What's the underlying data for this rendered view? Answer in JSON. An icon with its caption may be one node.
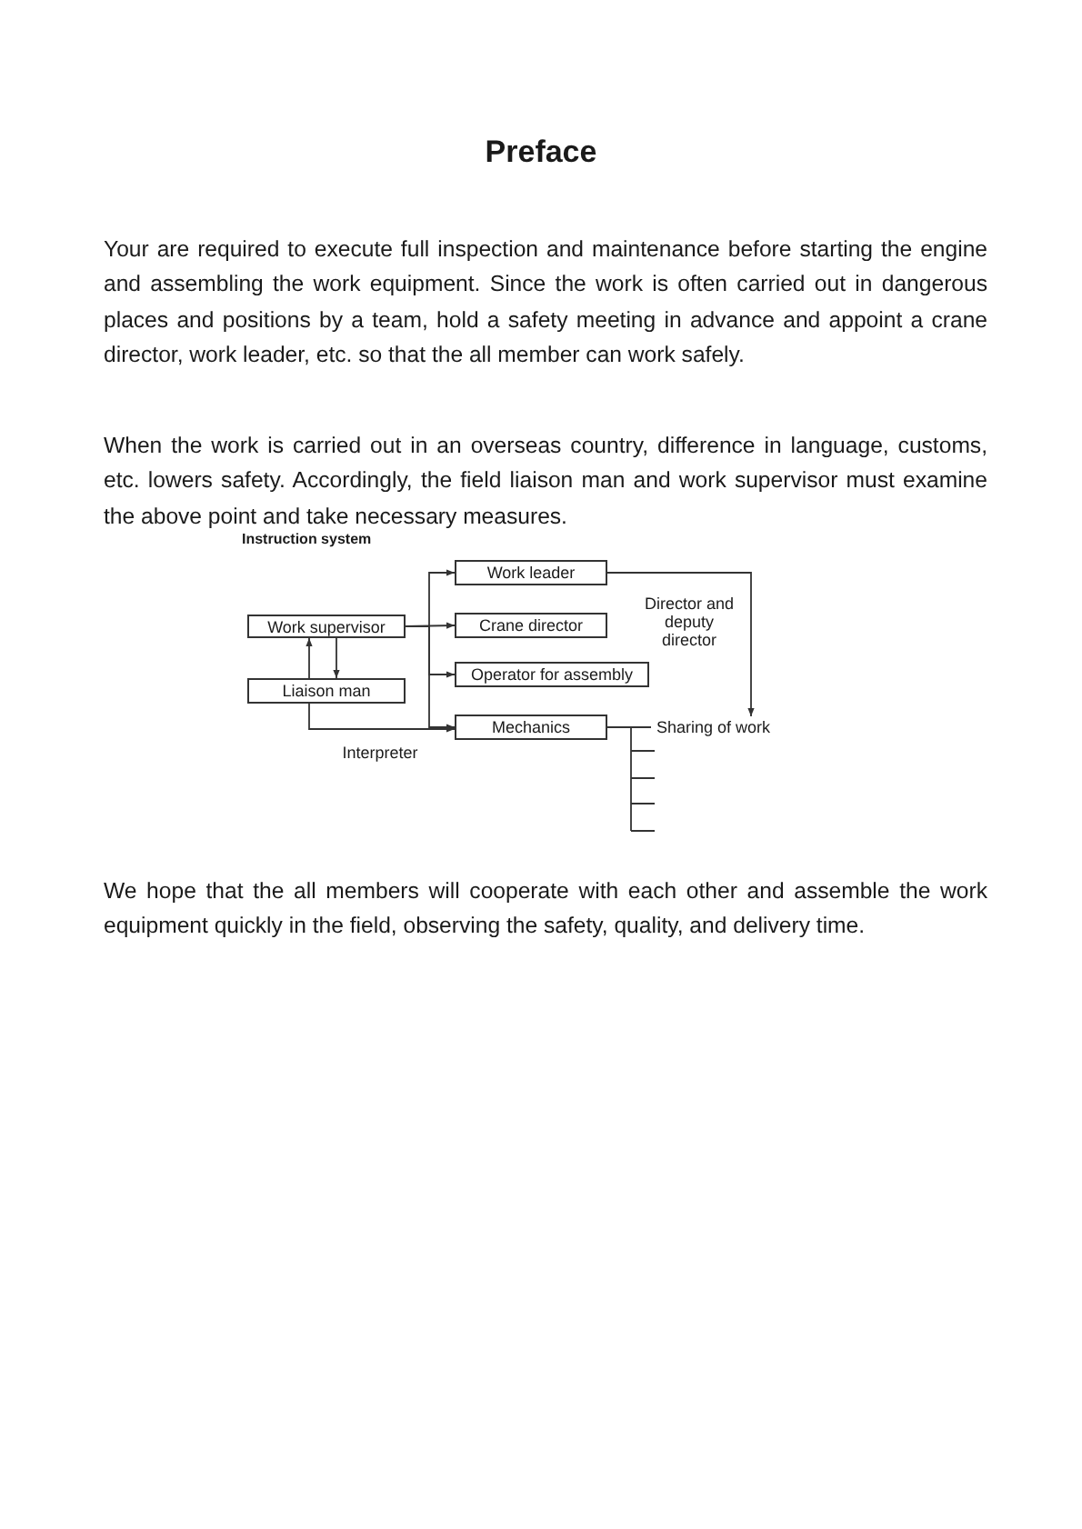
{
  "diagram": {
    "title": "Preface",
    "nodes": [
      {
        "text": [
          "Work supervisor"
        ]
      },
      {
        "text": [
          "Liaison man"
        ]
      },
      {
        "text": [
          "Work leader"
        ]
      },
      {
        "text": [
          "Crane director"
        ]
      },
      {
        "text": [
          "Operator for assembly"
        ]
      },
      {
        "text": [
          "Mechanics"
        ]
      },
      {
        "text": [
          "Sharing of work"
        ]
      }
    ],
    "edges": [
      {
        "from": 0,
        "to": 2,
        "arrow": "to"
      },
      {
        "from": 0,
        "to": 3,
        "arrow": "to"
      },
      {
        "from": 0,
        "to": 4,
        "arrow": "to"
      },
      {
        "from": 0,
        "to": 5,
        "arrow": "to"
      },
      {
        "from": 0,
        "to": 1,
        "arrow": "to"
      },
      {
        "from": 1,
        "to": 0,
        "arrow": "to"
      },
      {
        "from": 1,
        "to": 5,
        "arrow": "to",
        "label": "Interpreter"
      },
      {
        "from": 2,
        "to": 6,
        "arrow": "to",
        "label": "Director and deputy director"
      },
      {
        "from": 5,
        "to": 6,
        "arrow": "none"
      }
    ],
    "labels": [
      "Your are required to execute full inspection and maintenance before starting the engine and assembling the work equipment.  Since the work is often carried out in dangerous places and positions by a team, hold a safety meeting in advance and appoint a crane director, work leader, etc. so that the all member can work safely.",
      "When the work is carried out in an overseas country, difference in language, customs, etc. lowers safety. Accordingly, the field liaison man and work supervisor must examine the above point and take necessary measures.",
      "Instruction system",
      "We hope that the all members will cooperate with each other and assemble the work equipment quickly in the field, observing the safety, quality, and delivery time."
    ]
  }
}
